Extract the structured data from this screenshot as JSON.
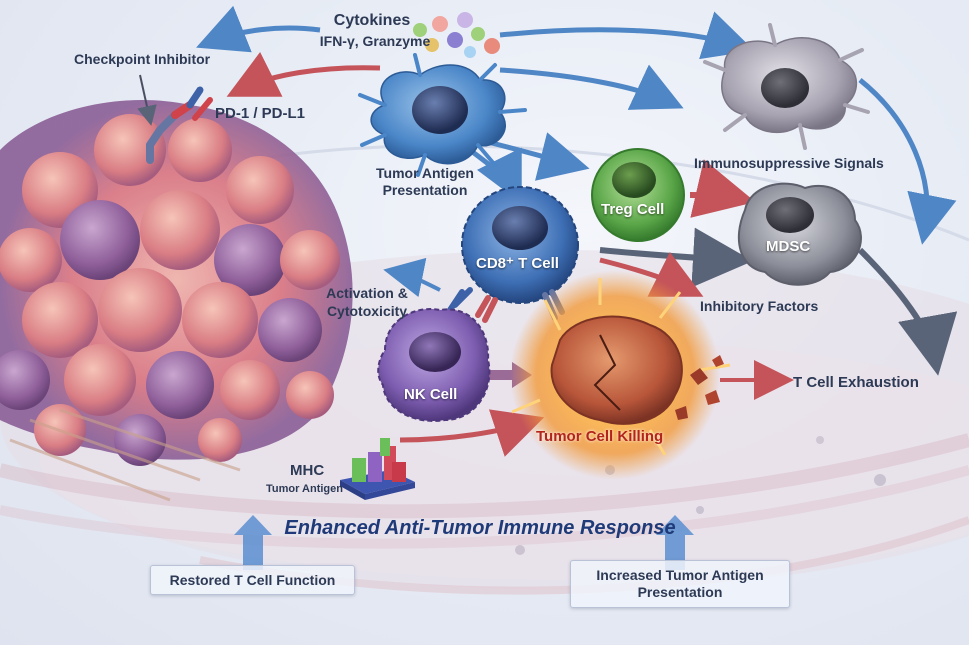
{
  "labels": {
    "cytokines_title": "Cytokines",
    "cytokines_sub": "IFN-γ, Granzyme",
    "checkpoint_inhibitor": "Checkpoint Inhibitor",
    "pd1_pdl1": "PD-1 / PD-L1",
    "tumor_antigen_presentation_1": "Tumor Antigen",
    "tumor_antigen_presentation_2": "Presentation",
    "immunosuppressive_signals": "Immunosuppressive Signals",
    "treg_cell": "Treg Cell",
    "mdsc": "MDSC",
    "cd8_t_cell": "CD8⁺ T Cell",
    "activation_1": "Activation &",
    "activation_2": "Cytotoxicity",
    "inhibitory_factors": "Inhibitory Factors",
    "nk_cell": "NK Cell",
    "t_cell_exhaustion": "T Cell Exhaustion",
    "tumor_cell_killing": "Tumor Cell Killing",
    "mhc": "MHC",
    "tumor_antigen": "Tumor Antigen",
    "enhanced_response": "Enhanced Anti-Tumor Immune Response",
    "restored_t_cell_function": "Restored T Cell Function",
    "increased_presentation_1": "Increased Tumor Antigen",
    "increased_presentation_2": "Presentation"
  },
  "colors": {
    "blue_arrow": "#4f86c6",
    "red_arrow": "#c4545a",
    "dark_arrow": "#5a6478",
    "tumor_pink": "#d9737f",
    "tumor_purple": "#8a5e96",
    "dendritic_blue": "#4a86c8",
    "cd8_blue": "#3e6fb5",
    "treg_green": "#5aa648",
    "mdsc_gray": "#8c8e99",
    "nk_purple": "#7d5db0",
    "killing_orange": "#f29a3a"
  }
}
